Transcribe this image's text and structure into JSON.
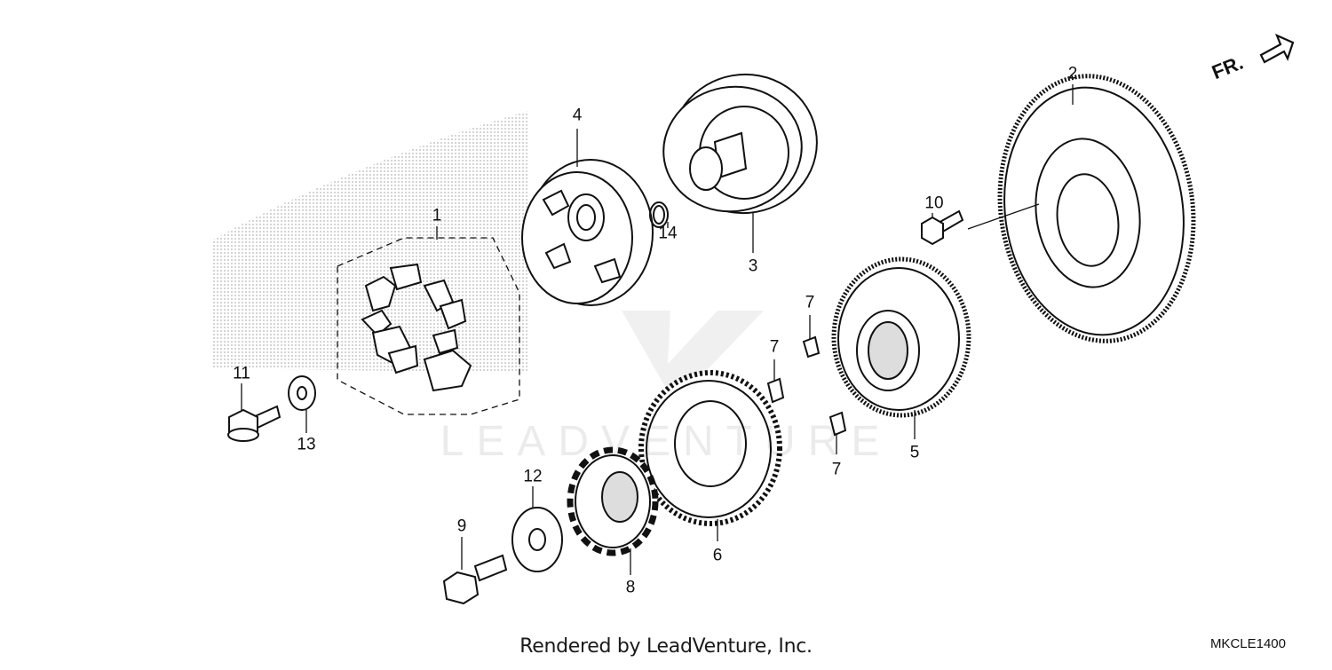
{
  "diagram": {
    "parts": [
      {
        "id": "part-1",
        "label": "1"
      },
      {
        "id": "part-2",
        "label": "2"
      },
      {
        "id": "part-3",
        "label": "3"
      },
      {
        "id": "part-4",
        "label": "4"
      },
      {
        "id": "part-5",
        "label": "5"
      },
      {
        "id": "part-6",
        "label": "6"
      },
      {
        "id": "part-7a",
        "label": "7"
      },
      {
        "id": "part-7b",
        "label": "7"
      },
      {
        "id": "part-7c",
        "label": "7"
      },
      {
        "id": "part-8",
        "label": "8"
      },
      {
        "id": "part-9",
        "label": "9"
      },
      {
        "id": "part-10",
        "label": "10"
      },
      {
        "id": "part-11",
        "label": "11"
      },
      {
        "id": "part-12",
        "label": "12"
      },
      {
        "id": "part-13",
        "label": "13"
      },
      {
        "id": "part-14",
        "label": "14"
      }
    ],
    "direction_label": "FR.",
    "watermark_text": "LEADVENTURE",
    "footer_text": "Rendered by LeadVenture, Inc.",
    "drawing_code": "MKCLE1400",
    "colors": {
      "line": "#111111",
      "fill": "#ffffff",
      "dots": "#b0b0b0"
    }
  }
}
